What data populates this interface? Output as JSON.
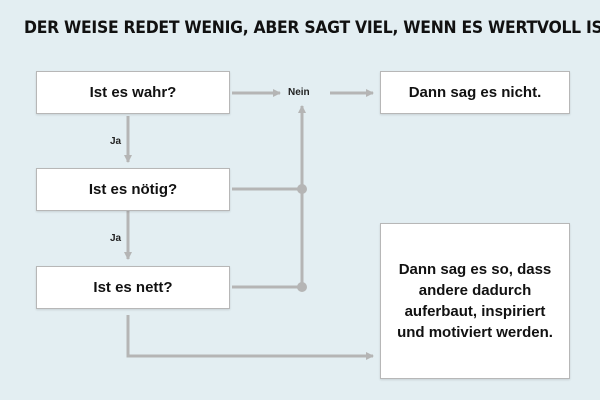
{
  "title": "DER WEISE REDET WENIG, ABER SAGT VIEL, WENN ES WERTVOLL IST.",
  "nodes": {
    "q_wahr": "Ist es wahr?",
    "q_noetig": "Ist es nötig?",
    "q_nett": "Ist es nett?",
    "result_nicht": "Dann sag es nicht.",
    "result_so": "Dann sag es so, dass andere dadurch auferbaut, inspiriert und motiviert werden."
  },
  "edge_labels": {
    "nein": "Nein",
    "ja_1": "Ja",
    "ja_2": "Ja"
  },
  "colors": {
    "background": "#e3eef2",
    "connector": "#b5b5b5",
    "box": "#ffffff"
  }
}
